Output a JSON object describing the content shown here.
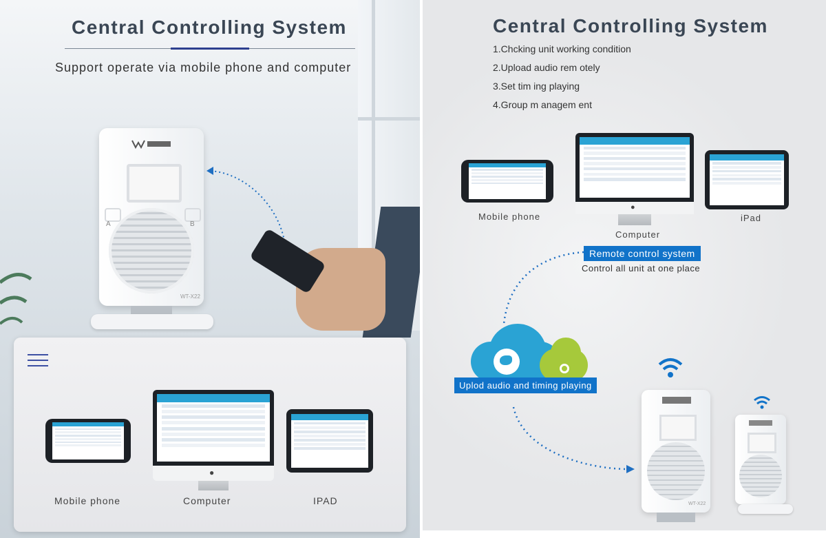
{
  "left": {
    "title": "Central Controlling  System",
    "subtitle": "Support operate via mobile phone and computer",
    "device_side_labels": [
      "A",
      "B"
    ],
    "device_model": "WT-X22",
    "devices": {
      "mobile_label": "Mobile phone",
      "computer_label": "Computer",
      "ipad_label": "IPAD"
    }
  },
  "right": {
    "title": "Central Controlling  System",
    "features": [
      "1.Chcking unit working condition",
      "2.Upload audio rem otely",
      "3.Set tim ing playing",
      "4.Group m anagem ent"
    ],
    "devices": {
      "mobile_label": "Mobile phone",
      "computer_label": "Computer",
      "ipad_label": "iPad"
    },
    "remote_badge": "Remote control system",
    "remote_caption": "Control all unit at one place",
    "cloud_badge": "Uplod audio and timing playing",
    "device_model": "WT-X22"
  },
  "colors": {
    "accent": "#1173c9",
    "title": "#3a4654",
    "cloud_blue": "#2aa3d4",
    "cloud_green": "#a6c93b"
  }
}
